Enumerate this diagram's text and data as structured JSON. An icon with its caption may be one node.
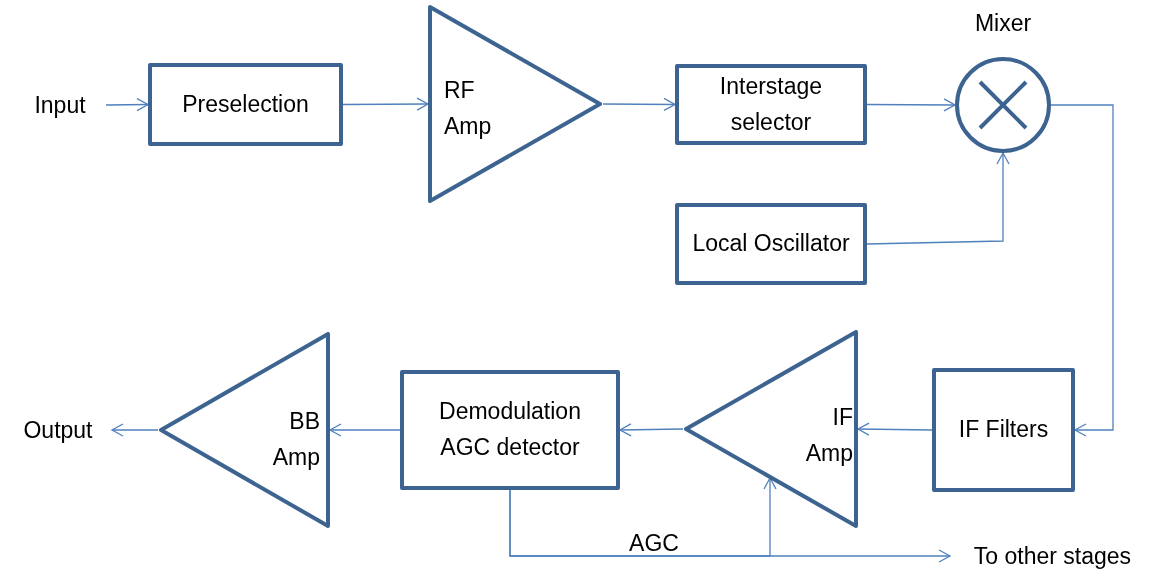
{
  "diagram": {
    "nodes": [
      {
        "text": [
          "Input"
        ]
      },
      {
        "text": [
          "Preselection"
        ]
      },
      {
        "text": [
          "RF Amp"
        ]
      },
      {
        "text": [
          "Interstage selector"
        ]
      },
      {
        "text": [
          "Mixer"
        ]
      },
      {
        "text": [
          "Local Oscillator"
        ]
      },
      {
        "text": [
          "IF Filters"
        ]
      },
      {
        "text": [
          "IF Amp"
        ]
      },
      {
        "text": [
          "Demodulation AGC detector"
        ]
      },
      {
        "text": [
          "BB Amp"
        ]
      },
      {
        "text": [
          "Output"
        ]
      },
      {
        "text": [
          "To other stages"
        ]
      }
    ],
    "edges": [
      {
        "from": 0,
        "to": 1,
        "arrow": "to"
      },
      {
        "from": 1,
        "to": 2,
        "arrow": "to"
      },
      {
        "from": 2,
        "to": 3,
        "arrow": "to"
      },
      {
        "from": 3,
        "to": 4,
        "arrow": "to"
      },
      {
        "from": 5,
        "to": 4,
        "arrow": "to"
      },
      {
        "from": 4,
        "to": 6,
        "arrow": "to"
      },
      {
        "from": 6,
        "to": 7,
        "arrow": "to"
      },
      {
        "from": 7,
        "to": 8,
        "arrow": "to"
      },
      {
        "from": 8,
        "to": 9,
        "arrow": "to"
      },
      {
        "from": 9,
        "to": 10,
        "arrow": "to"
      },
      {
        "from": 8,
        "to": 11,
        "label": "AGC",
        "arrow": "to"
      },
      {
        "from": 8,
        "to": 7,
        "arrow": "to"
      }
    ]
  }
}
